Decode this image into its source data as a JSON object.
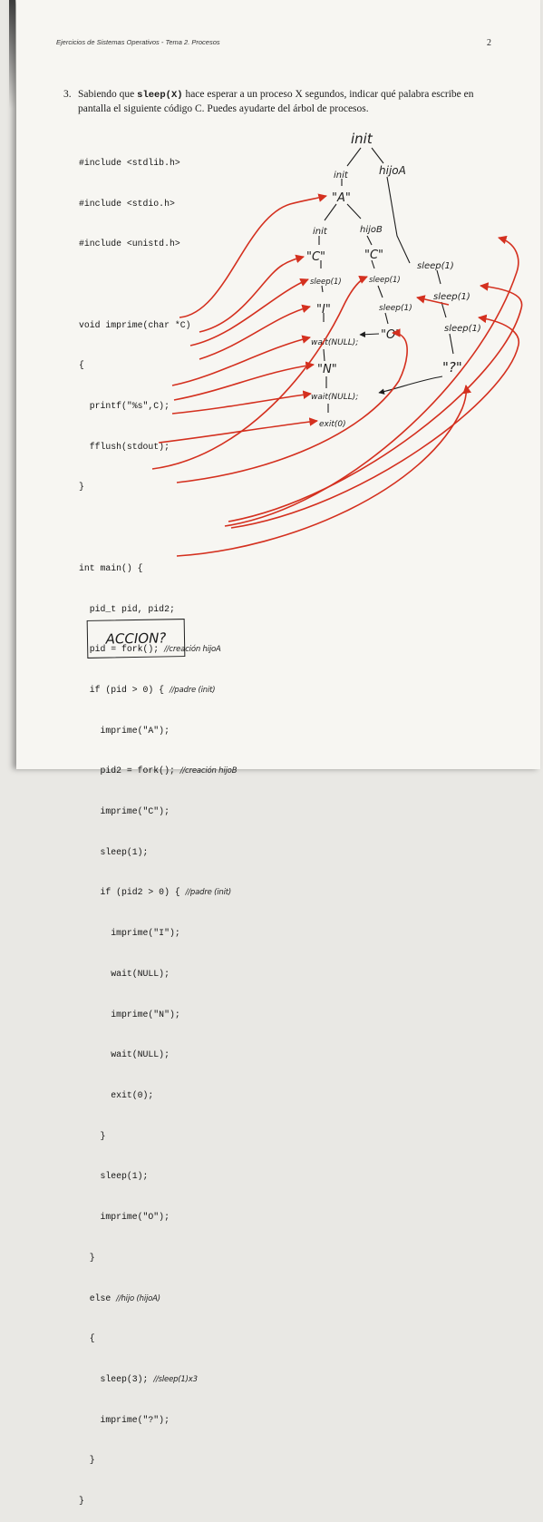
{
  "header": {
    "title": "Ejercicios de Sistemas Operativos - Tema 2. Procesos",
    "page_number": "2"
  },
  "question": {
    "number": "3.",
    "text_before": "Sabiendo que ",
    "code_term": "sleep(X)",
    "text_after": " hace esperar a un proceso X segundos, indicar qué palabra escribe en pantalla el siguiente código C. Puedes ayudarte del árbol de procesos."
  },
  "code": {
    "l01": "#include <stdlib.h>",
    "l02": "#include <stdio.h>",
    "l03": "#include <unistd.h>",
    "l04": "void imprime(char *C)",
    "l05": "{",
    "l06": "  printf(\"%s\",C);",
    "l07": "  fflush(stdout);",
    "l08": "}",
    "l09": "int main() {",
    "l10": "  pid_t pid, pid2;",
    "l11": "  pid = fork();",
    "l12": "  if (pid > 0) {",
    "l13": "    imprime(\"A\");",
    "l14": "    pid2 = fork();",
    "l15": "    imprime(\"C\");",
    "l16": "    sleep(1);",
    "l17": "    if (pid2 > 0) {",
    "l18": "      imprime(\"I\");",
    "l19": "      wait(NULL);",
    "l20": "      imprime(\"N\");",
    "l21": "      wait(NULL);",
    "l22": "      exit(0);",
    "l23": "    }",
    "l24": "    sleep(1);",
    "l25": "    imprime(\"O\");",
    "l26": "  }",
    "l27": "  else",
    "l28": "  {",
    "l29": "    sleep(3);",
    "l30": "    imprime(\"?\");",
    "l31": "  }",
    "l32": "}"
  },
  "annotations": {
    "fork_comment": "//creación hijoA",
    "padre_comment": "//padre (init)",
    "fork2_comment": "//creación hijoB",
    "padre2_comment": "//padre (init)",
    "else_comment": "//hijo (hijoA)",
    "sleep3_comment": "//sleep(1)x3"
  },
  "tree": {
    "root": "init",
    "init1": "init",
    "hijoA": "hijoA",
    "A": "\"A\"",
    "init2": "init",
    "hijoB": "hijoB",
    "C1": "\"C\"",
    "C2": "\"C\"",
    "sleepA1": "sleep(1)",
    "sleepI": "sleep(1)",
    "sleepB1": "sleep(1)",
    "sleepA2": "sleep(1)",
    "sleepB2": "sleep(1)",
    "sleepA3": "sleep(1)",
    "I": "\"I\"",
    "O": "\"O\"",
    "wait1": "wait(NULL);",
    "N": "\"N\"",
    "Q": "\"?\"",
    "wait2": "wait(NULL);",
    "exit": "exit(0)"
  },
  "answer_box": "ACCION?",
  "colors": {
    "ink": "#1e1e1e",
    "red_arrow": "#d4301f",
    "paper": "#f7f6f2"
  }
}
